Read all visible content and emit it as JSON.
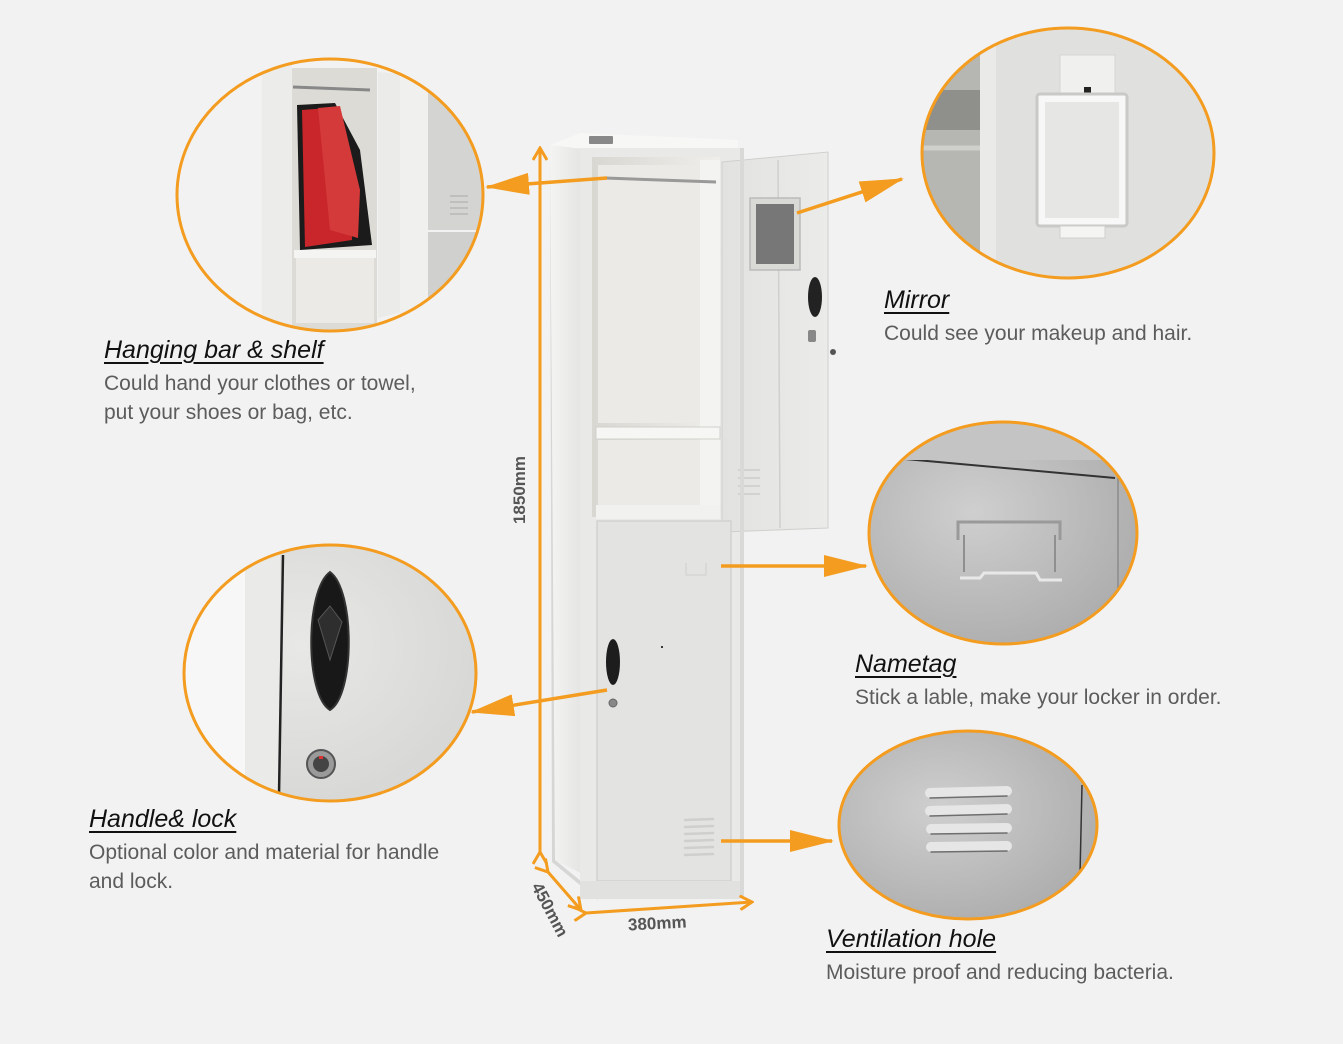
{
  "colors": {
    "background": "#f2f2f2",
    "accent": "#f39c1f",
    "title_text": "#111111",
    "desc_text": "#5c5c5c",
    "locker_body": "#e6e6e4"
  },
  "dimensions": {
    "height": "1850mm",
    "depth": "450mm",
    "width": "380mm"
  },
  "features": [
    {
      "id": "hanging-bar-shelf",
      "title": "Hanging bar & shelf",
      "desc_line1": "Could hand your clothes or towel,",
      "desc_line2": "put your shoes or bag, etc."
    },
    {
      "id": "mirror",
      "title": "Mirror",
      "desc_line1": "Could see your makeup and hair."
    },
    {
      "id": "nametag",
      "title": "Nametag",
      "desc_line1": "Stick a lable, make your locker in order."
    },
    {
      "id": "handle-lock",
      "title": "Handle& lock",
      "desc_line1": "Optional color and material for handle",
      "desc_line2": "and lock."
    },
    {
      "id": "ventilation-hole",
      "title": "Ventilation hole",
      "desc_line1": "Moisture proof and reducing bacteria."
    }
  ]
}
